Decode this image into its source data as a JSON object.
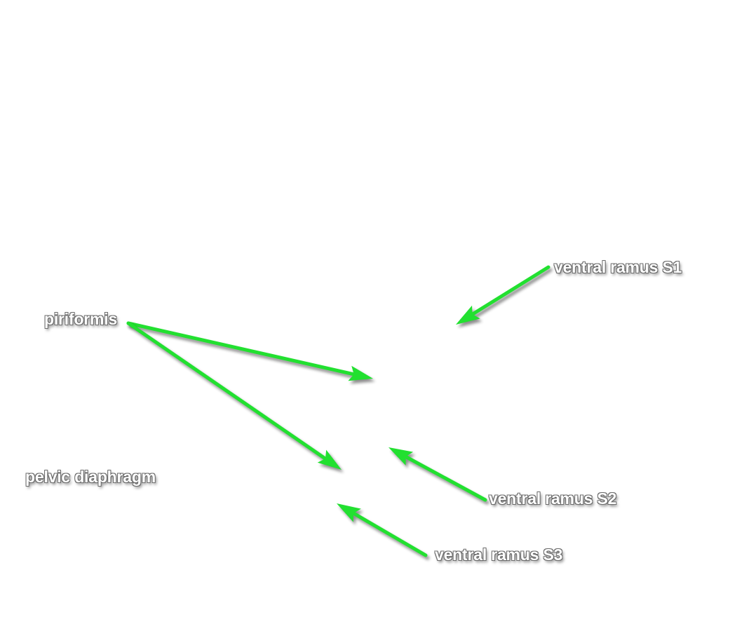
{
  "labels": {
    "piriformis": "piriformis",
    "pelvic_diaphragm": "pelvic diaphragm",
    "ventral_ramus_s1": "ventral ramus S1",
    "ventral_ramus_s2": "ventral ramus S2",
    "ventral_ramus_s3": "ventral ramus S3"
  },
  "colors": {
    "arrow": "#22e030",
    "arrow_shadow": "#000000",
    "label_text": "#ffffff",
    "label_outline": "#6b6b6b"
  }
}
